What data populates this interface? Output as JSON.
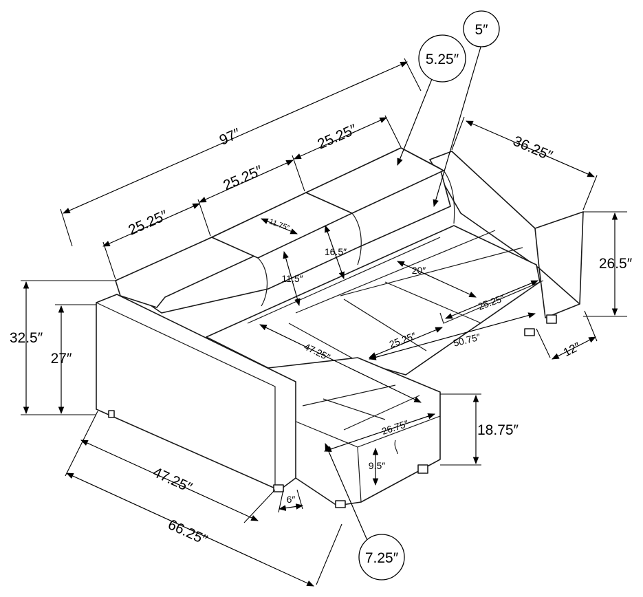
{
  "dimensions": {
    "overall_width": "97″",
    "back_cushion_1": "25.25″",
    "back_cushion_2": "25.25″",
    "back_cushion_3": "25.25″",
    "depth": "36.25″",
    "arm_height": "26.5″",
    "overall_height": "32.5″",
    "seat_height": "27″",
    "headrest_width": "11.75″",
    "headrest_height": "16.5″",
    "back_height": "11.5″",
    "seat_depth": "20″",
    "seat_width_right": "25.25″",
    "seat_width_mid": "25.25″",
    "seat_total": "50.75″",
    "chaise_length": "47.25″",
    "leg_offset": "12″",
    "chaise_width": "26.75″",
    "ottoman_height": "18.75″",
    "storage_depth": "9.5″",
    "side_length": "47.25″",
    "total_length": "66.25″",
    "leg_small": "6″",
    "callout_top_small": "5″",
    "callout_top_large": "5.25″",
    "callout_bottom": "7.25″"
  },
  "colors": {
    "line": "#1a1a1a",
    "background": "#ffffff"
  }
}
